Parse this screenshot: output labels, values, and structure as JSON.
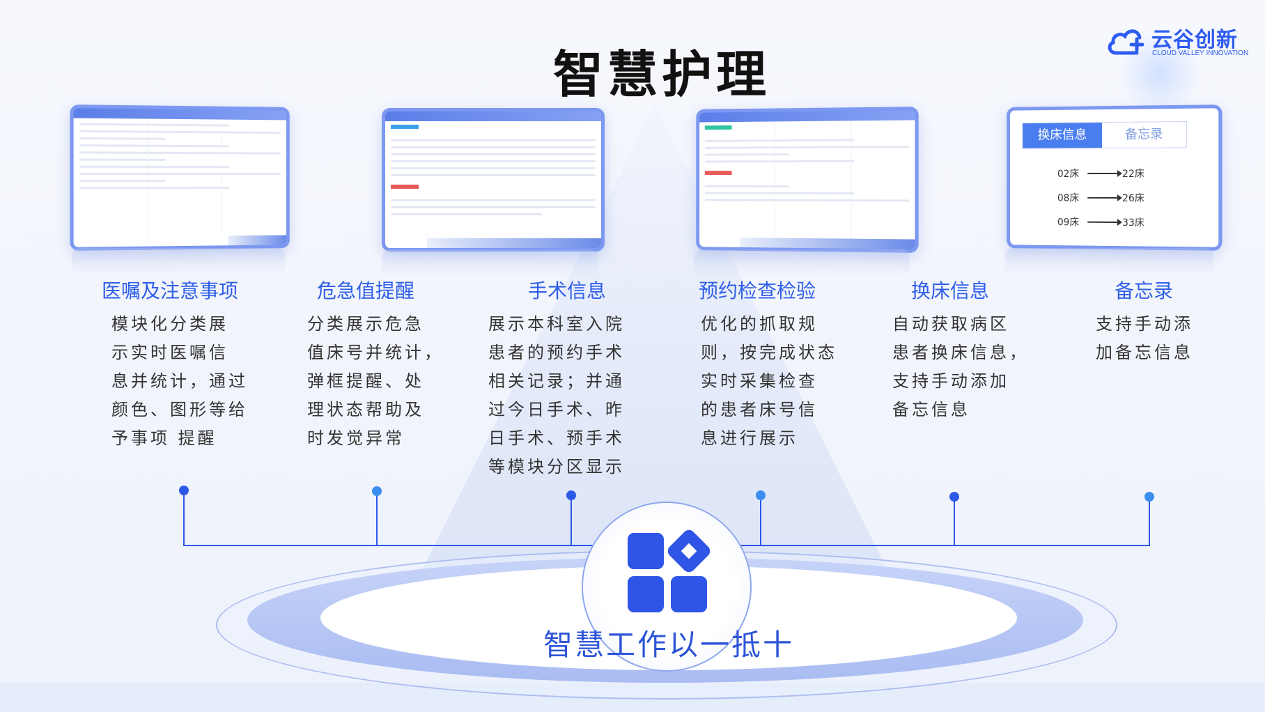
{
  "page": {
    "title": "智慧护理"
  },
  "brand": {
    "name": "云谷创新",
    "subtitle": "CLOUD VALLEY INNOVATION",
    "accent": "#2f5cf0"
  },
  "bed_card": {
    "tabs": [
      "换床信息",
      "备忘录"
    ],
    "rows": [
      {
        "from": "02床",
        "to": "22床"
      },
      {
        "from": "08床",
        "to": "26床"
      },
      {
        "from": "09床",
        "to": "33床"
      }
    ]
  },
  "features": [
    {
      "title": "医嘱及注意事项",
      "desc": "模块化分类展\n示实时医嘱信\n息并统计，通过\n颜色、图形等给\n予事项  提醒"
    },
    {
      "title": "危急值提醒",
      "desc": "分类展示危急\n值床号并统计，\n弹框提醒、处\n理状态帮助及\n时发觉异常"
    },
    {
      "title": "手术信息",
      "desc": "展示本科室入院\n患者的预约手术\n相关记录；并通\n过今日手术、昨\n日手术、预手术\n等模块分区显示"
    },
    {
      "title": "预约检查检验",
      "desc": "优化的抓取规\n则，按完成状态\n实时采集检查\n的患者床号信\n息进行展示"
    },
    {
      "title": "换床信息",
      "desc": "自动获取病区\n患者换床信息，\n支持手动添加\n备忘信息"
    },
    {
      "title": "备忘录",
      "desc": "支持手动添\n加备忘信息"
    }
  ],
  "core": {
    "label": "智慧工作以一抵十",
    "icon": "app-grid-icon"
  }
}
